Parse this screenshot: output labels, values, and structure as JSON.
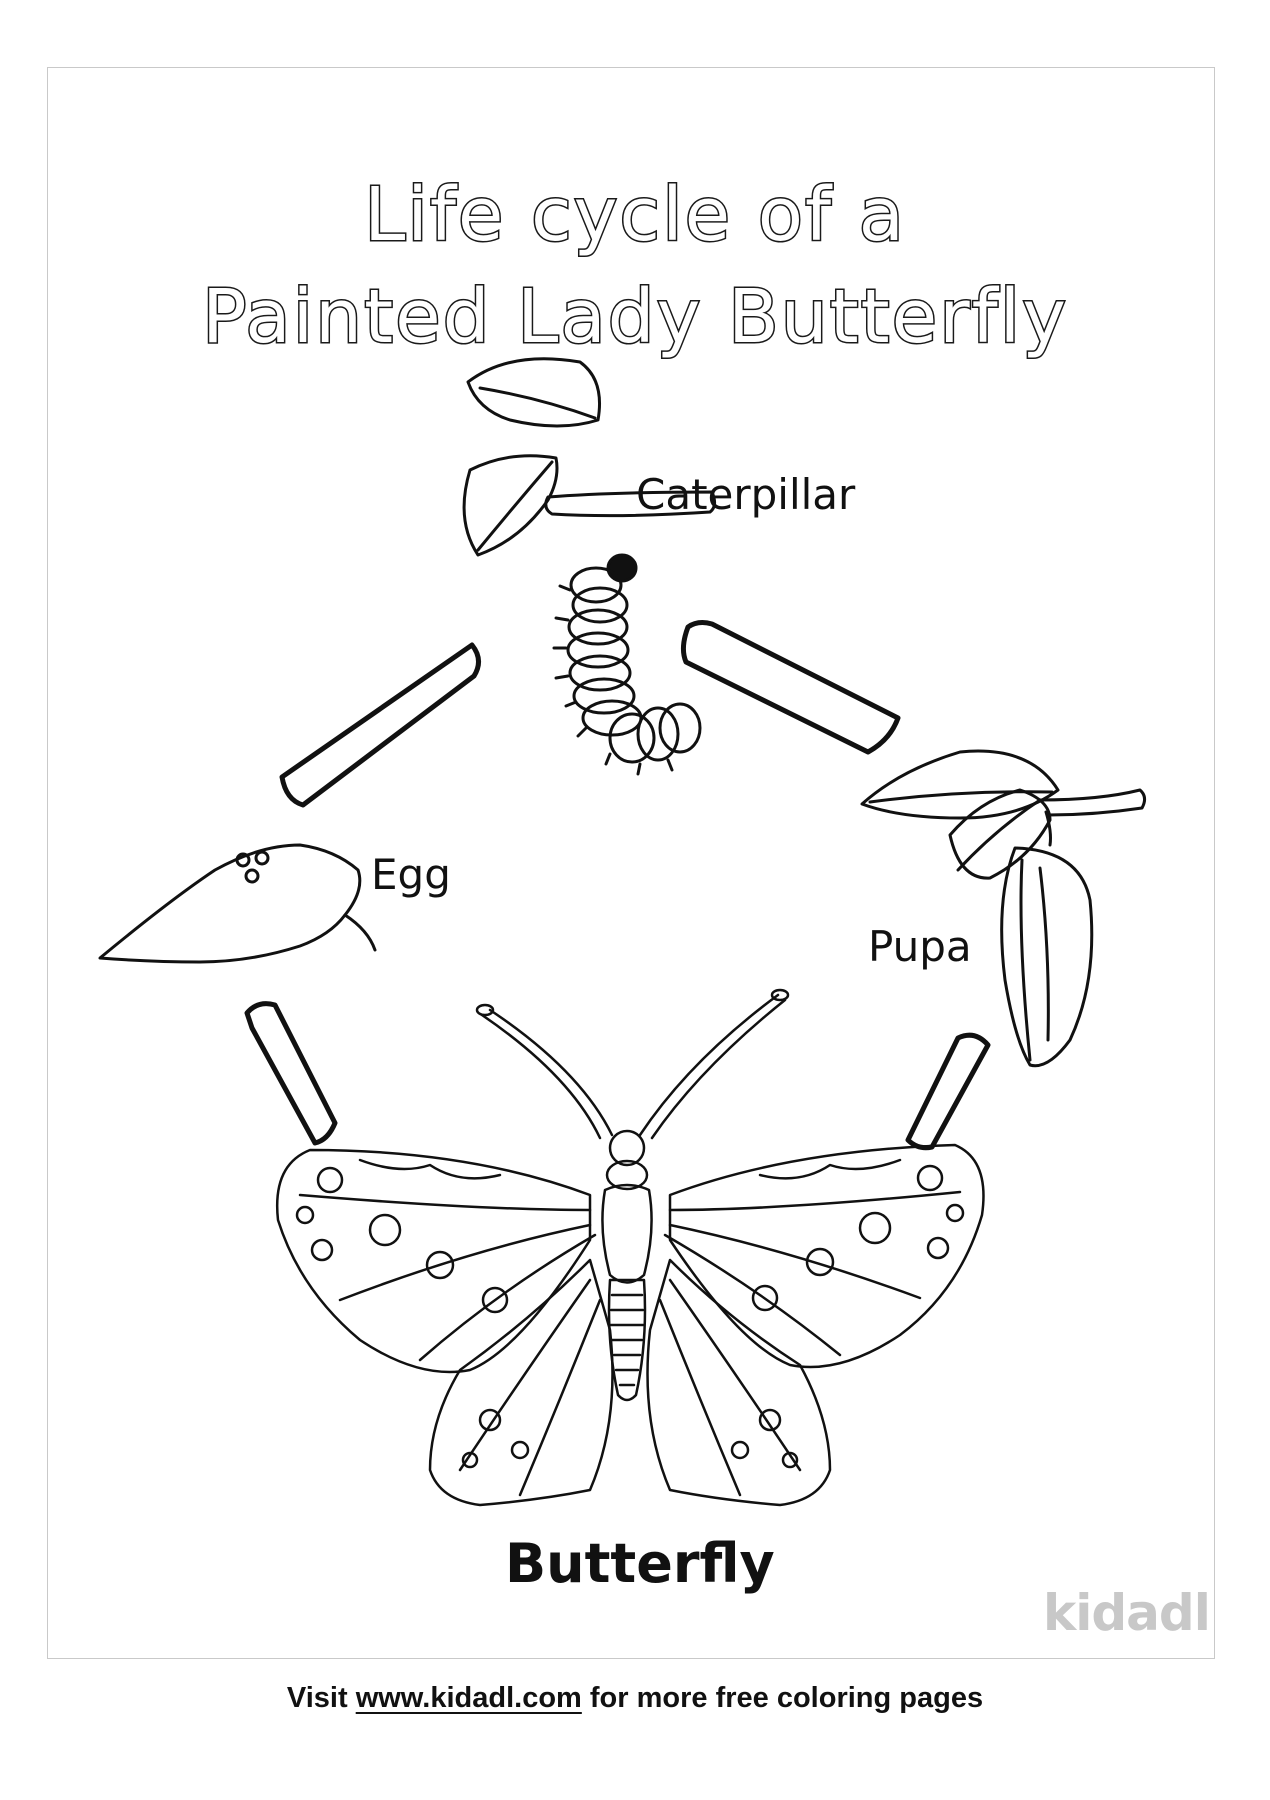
{
  "title": {
    "line1": "Life cycle of a",
    "line2": "Painted Lady Butterfly"
  },
  "stages": {
    "caterpillar": "Caterpillar",
    "egg": "Egg",
    "pupa": "Pupa",
    "butterfly": "Butterfly"
  },
  "watermark": "kidadl",
  "footer": {
    "prefix": "Visit ",
    "link": "www.kidadl.com",
    "suffix": " for more free coloring pages"
  }
}
